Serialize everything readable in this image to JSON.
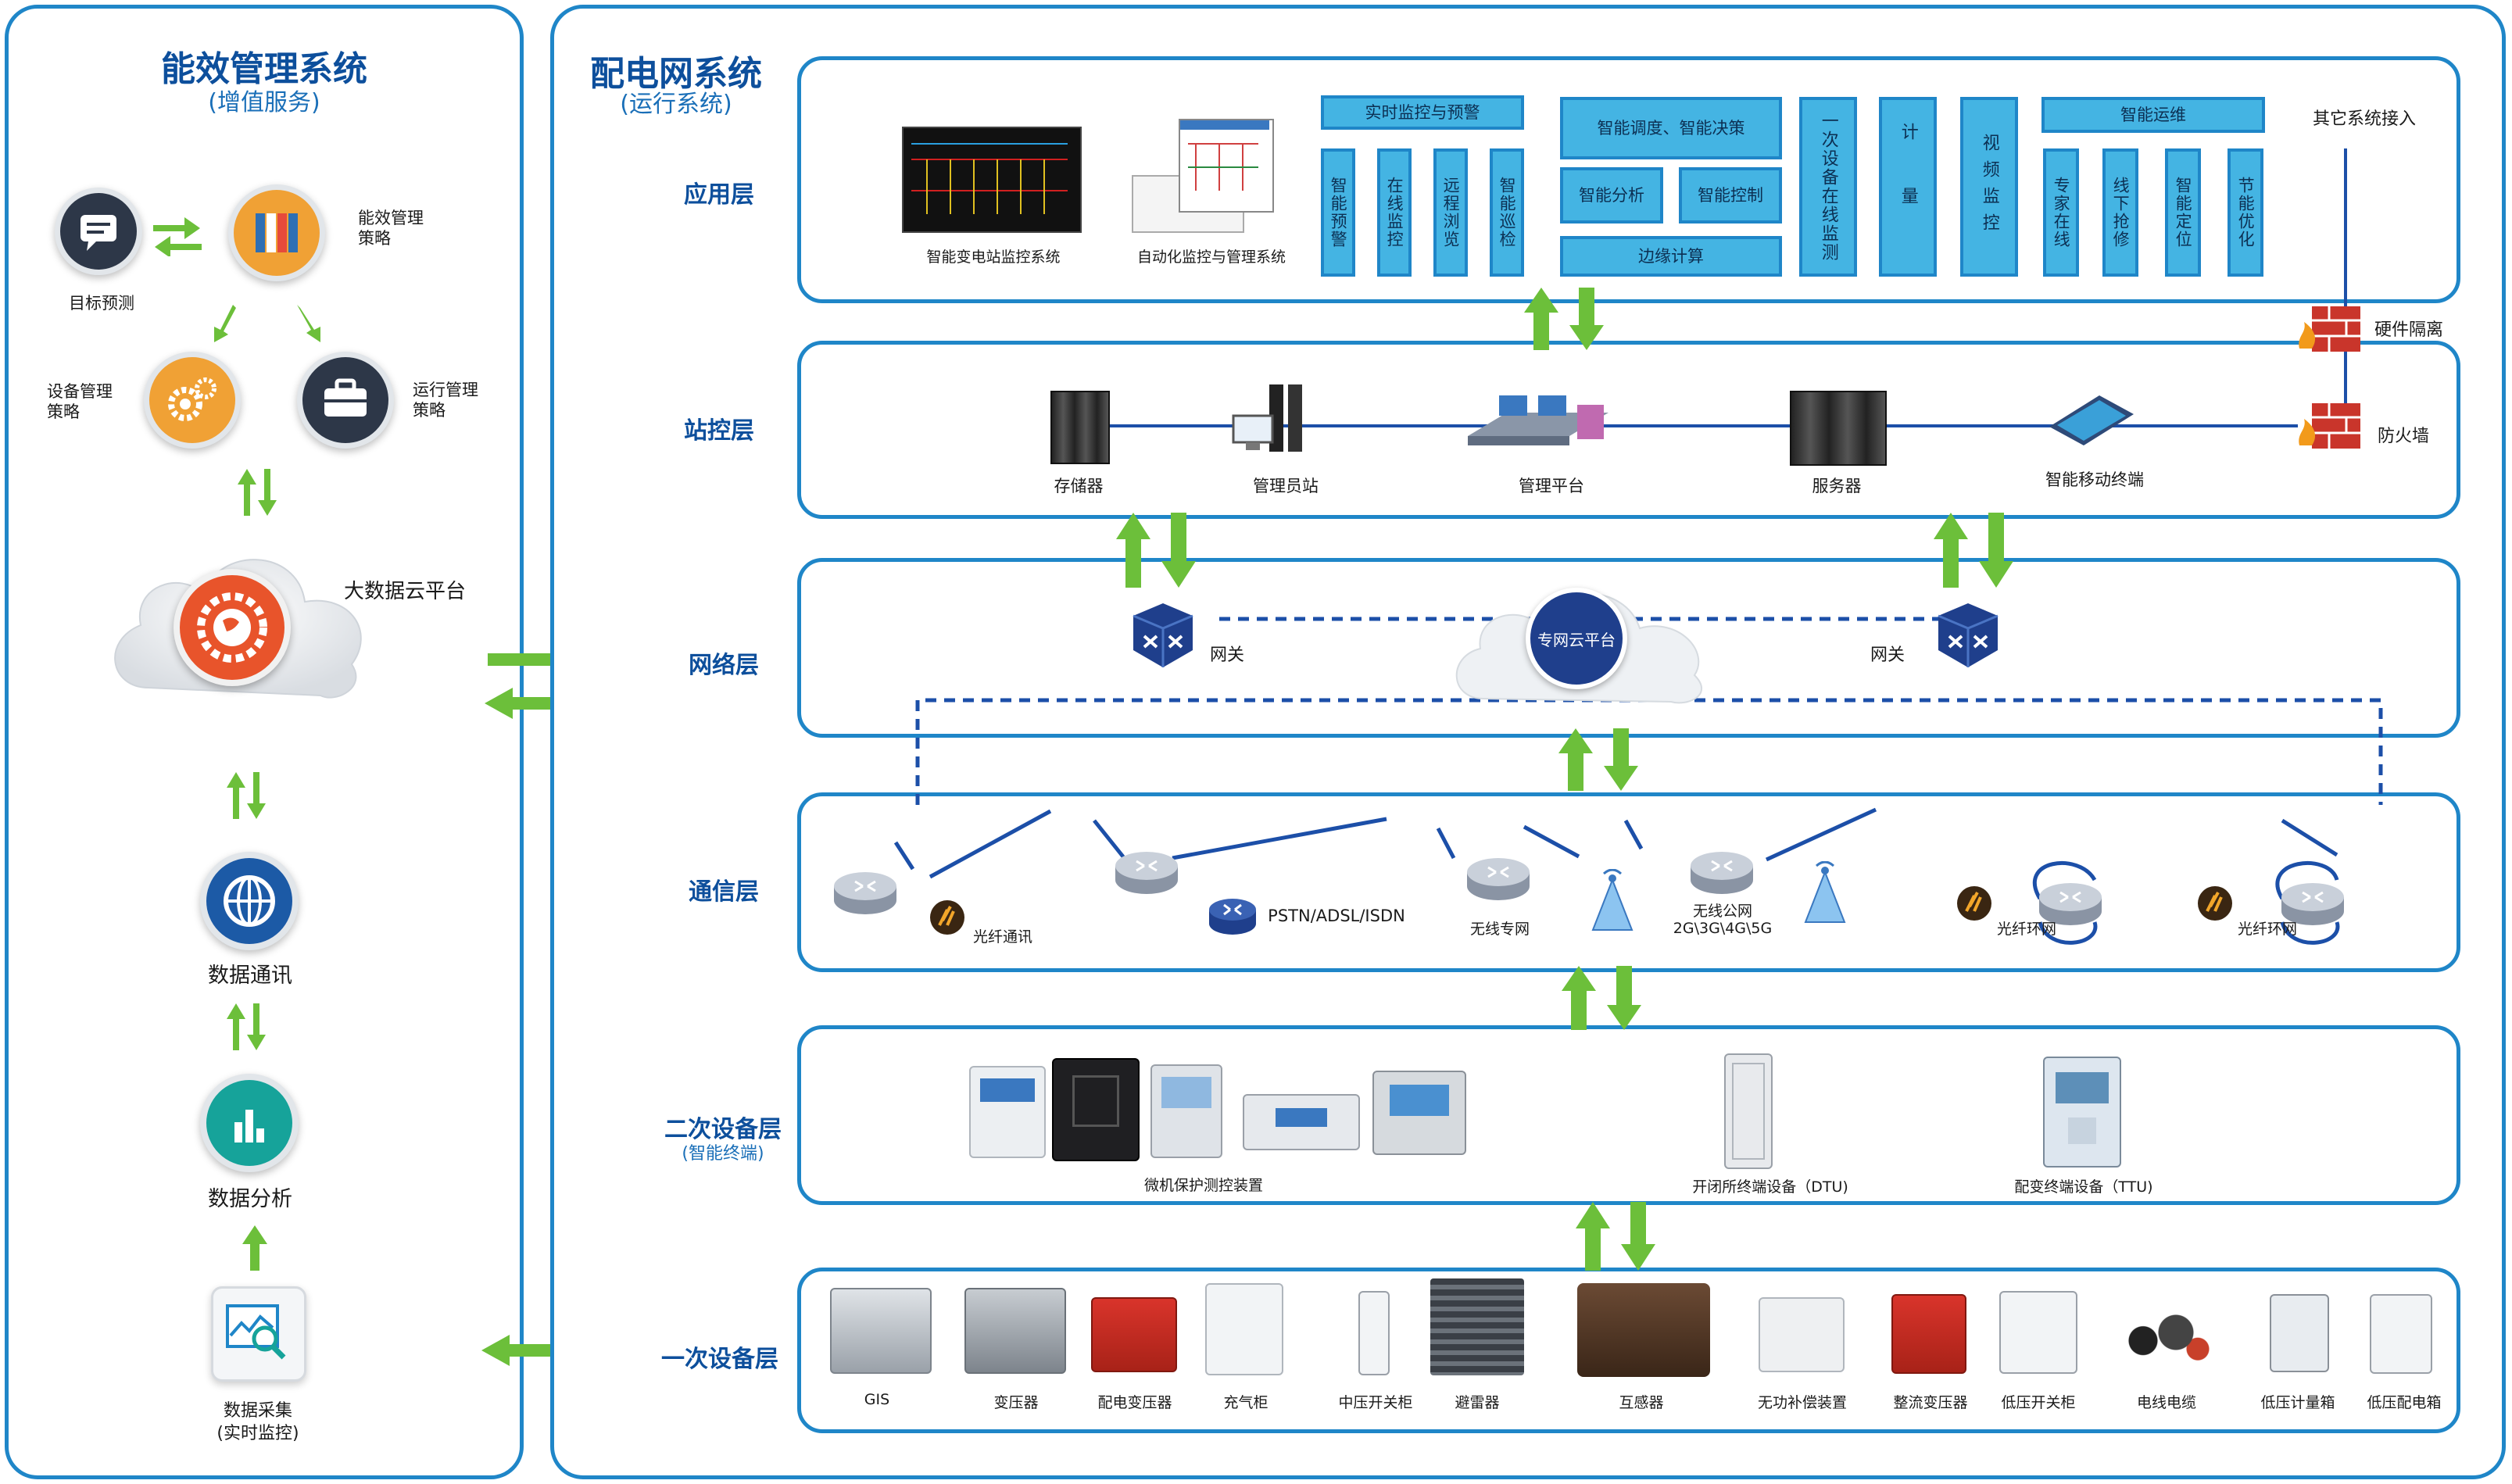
{
  "left_panel": {
    "title": "能效管理系统",
    "subtitle": "(增值服务)",
    "nodes": {
      "target_forecast": "目标预测",
      "energy_strategy": "能效管理\n策略",
      "device_strategy": "设备管理\n策略",
      "operation_strategy": "运行管理\n策略",
      "bigdata": "大数据云平台",
      "data_comm": "数据通讯",
      "data_analysis": "数据分析",
      "data_collect": "数据采集\n(实时监控)"
    }
  },
  "right_panel": {
    "title": "配电网系统",
    "subtitle": "(运行系统)"
  },
  "layers": {
    "app": "应用层",
    "station": "站控层",
    "network": "网络层",
    "comm": "通信层",
    "secondary": "二次设备层",
    "secondary_sub": "(智能终端)",
    "primary": "一次设备层"
  },
  "app_layer": {
    "screen1_label": "智能变电站监控系统",
    "screen2_label": "自动化监控与管理系统",
    "realtime_header": "实时监控与预警",
    "realtime_items": [
      "智能预警",
      "在线监控",
      "远程浏览",
      "智能巡检"
    ],
    "dispatch": "智能调度、智能决策",
    "analysis": "智能分析",
    "control": "智能控制",
    "edge": "边缘计算",
    "primary_monitor": "一次设备在线监测",
    "metering": "计量",
    "video": "视频监控",
    "ops_header": "智能运维",
    "ops_items": [
      "专家在线",
      "线下抢修",
      "智能定位",
      "节能优化"
    ],
    "other": "其它系统接入"
  },
  "security": {
    "hw_isolation": "硬件隔离",
    "firewall": "防火墙"
  },
  "station_layer": [
    "存储器",
    "管理员站",
    "管理平台",
    "服务器",
    "智能移动终端"
  ],
  "network_layer": {
    "gateway_left": "网关",
    "cloud": "专网云平台",
    "gateway_right": "网关"
  },
  "comm_layer": {
    "fiber": "光纤通讯",
    "pstn": "PSTN/ADSL/ISDN",
    "wireless_private": "无线专网",
    "wireless_public": "无线公网\n2G\\3G\\4G\\5G",
    "ring1": "光纤环网",
    "ring2": "光纤环网"
  },
  "secondary_layer": {
    "protection": "微机保护测控装置",
    "dtu": "开闭所终端设备（DTU)",
    "ttu": "配变终端设备（TTU)"
  },
  "primary_layer": [
    "GIS",
    "变压器",
    "配电变压器",
    "充气柜",
    "中压开关柜",
    "避雷器",
    "互感器",
    "无功补偿装置",
    "整流变压器",
    "低压开关柜",
    "电线电缆",
    "低压计量箱",
    "低压配电箱"
  ],
  "colors": {
    "frame": "#1f86c8",
    "title": "#0d4f9c",
    "app_box": "#44b4e3",
    "arrow": "#6cbf3a",
    "dashed": "#1c4fa8"
  }
}
